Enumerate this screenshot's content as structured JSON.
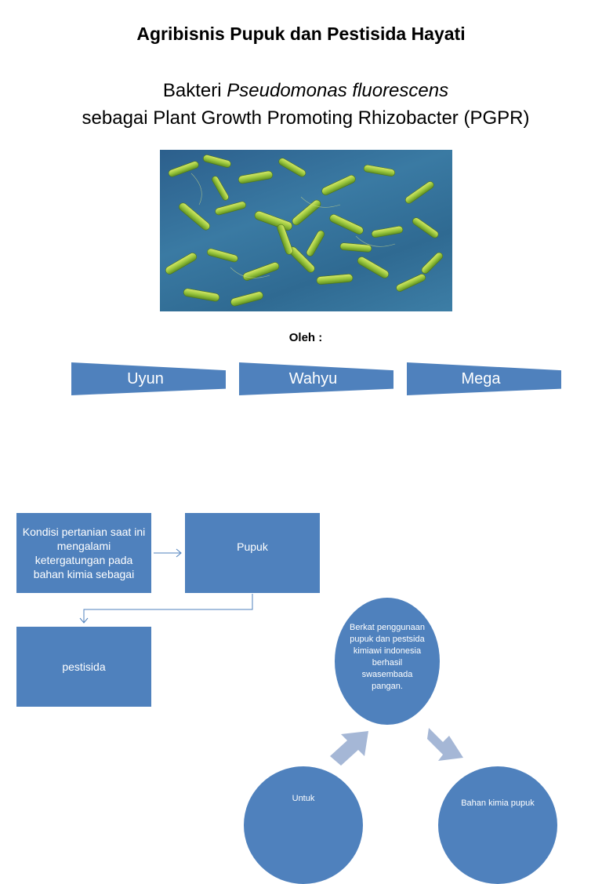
{
  "slide1": {
    "title": "Agribisnis Pupuk dan Pestisida Hayati",
    "subtitle_line1_prefix": "Bakteri ",
    "subtitle_line1_italic": "Pseudomonas fluorescens",
    "subtitle_line2": "sebagai Plant Growth Promoting Rhizobacter (PGPR)",
    "by_label": "Oleh :",
    "authors": [
      "Uyun",
      "Wahyu",
      "Mega"
    ]
  },
  "slide2": {
    "box_condition": "Kondisi pertanian saat ini mengalami ketergatungan pada bahan kimia sebagai",
    "box_pupuk": "Pupuk",
    "box_pestisida": "pestisida",
    "circle_top": "Berkat penggunaan pupuk dan pestsida kimiawi indonesia berhasil swasembada pangan.",
    "circle_left": "Untuk",
    "circle_right": "Bahan kimia pupuk"
  },
  "colors": {
    "accent": "#4f81bd",
    "arrow_light": "#a5b7d6"
  }
}
